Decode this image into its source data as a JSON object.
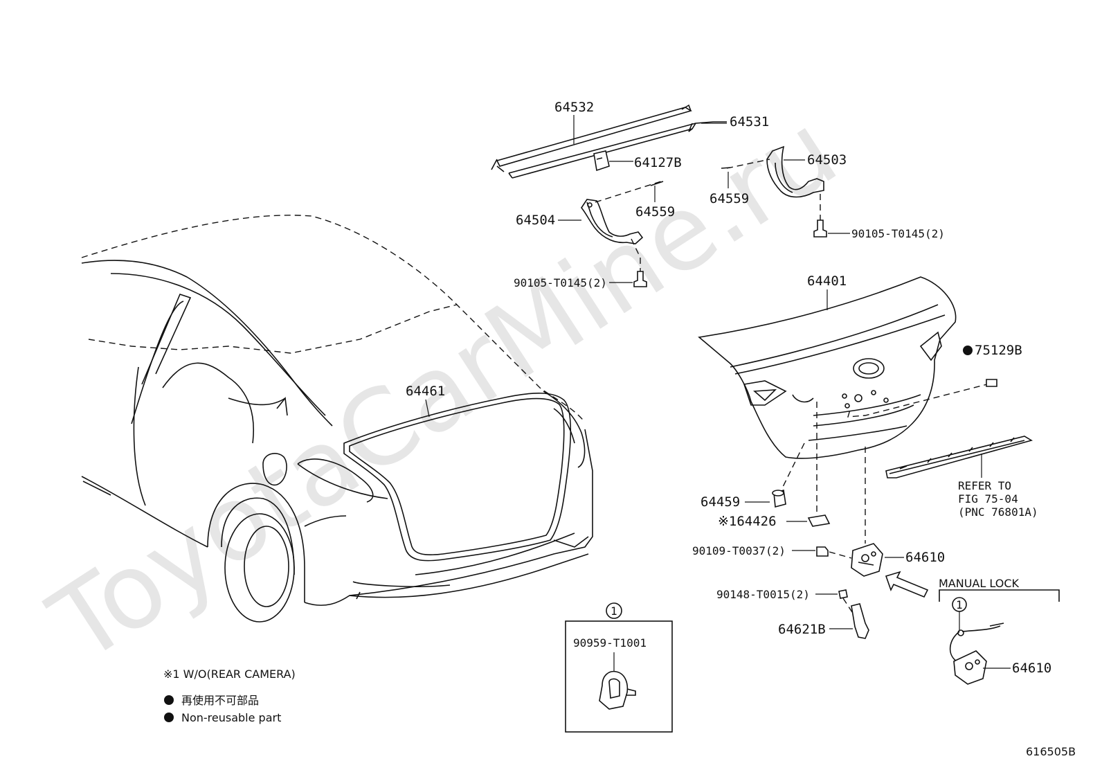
{
  "watermark": "ToyotaCarMine.ru",
  "figure_id": "616505B",
  "parts": {
    "p64532": "64532",
    "p64531": "64531",
    "p64127b": "64127B",
    "p64503": "64503",
    "p64559_right": "64559",
    "p64504": "64504",
    "p64559_left": "64559",
    "p90105_right": "90105-T0145(2)",
    "p90105_left": "90105-T0145(2)",
    "p64401": "64401",
    "p75129b": "75129B",
    "p64461": "64461",
    "p64459": "64459",
    "p64426": "※164426",
    "p90109": "90109-T0037(2)",
    "p64610": "64610",
    "p90148": "90148-T0015(2)",
    "p64621b": "64621B",
    "p64610_manual": "64610",
    "p90959": "90959-T1001"
  },
  "refer": {
    "line1": "REFER TO",
    "line2": "FIG 75-04",
    "line3": "(PNC 76801A)"
  },
  "manual_lock": "MANUAL LOCK",
  "callout_mark": "1",
  "legend": {
    "note1": "※1 W/O(REAR CAMERA)",
    "jp": "再使用不可部品",
    "en": "Non-reusable part"
  }
}
